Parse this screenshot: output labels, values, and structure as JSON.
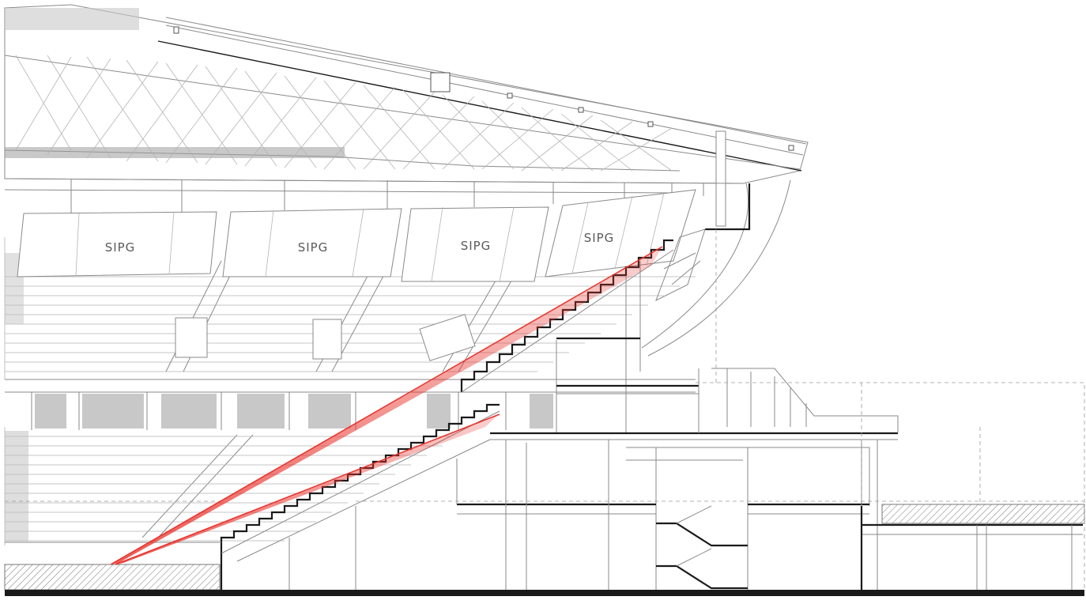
{
  "diagram": {
    "sponsor_panels": [
      {
        "label": "SIPG"
      },
      {
        "label": "SIPG"
      },
      {
        "label": "SIPG"
      },
      {
        "label": "SIPG"
      }
    ],
    "colors": {
      "sightline": "#e8322b",
      "sightline_fill": "#f07a74",
      "structure_cut": "#1a1a1a",
      "structure_line": "#8a8a8a",
      "hatch": "#777777"
    }
  }
}
